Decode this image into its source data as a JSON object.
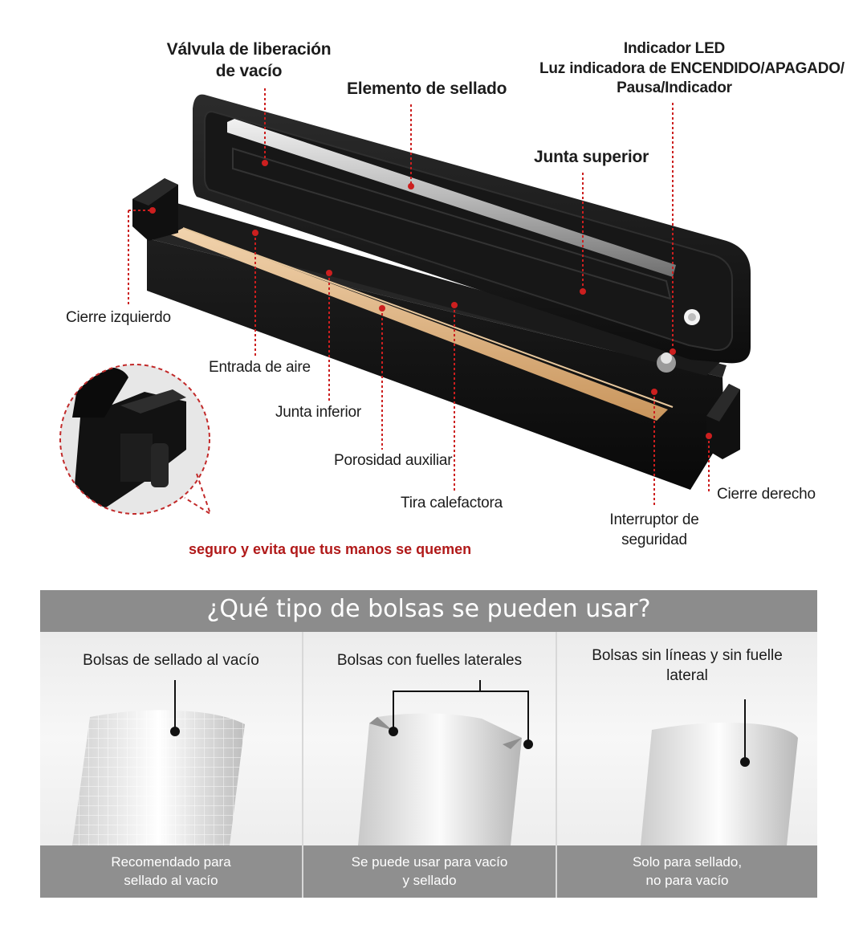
{
  "labels": {
    "valvula_line1": "Válvula de liberación",
    "valvula_line2": "de vacío",
    "elemento_sellado": "Elemento de sellado",
    "indicador_line1": "Indicador LED",
    "indicador_line2": "Luz indicadora de ENCENDIDO/APAGADO/",
    "indicador_line3": "Pausa/Indicador",
    "junta_superior": "Junta superior",
    "cierre_izquierdo": "Cierre izquierdo",
    "entrada_aire": "Entrada de aire",
    "junta_inferior": "Junta inferior",
    "porosidad_auxiliar": "Porosidad auxiliar",
    "tira_calefactora": "Tira calefactora",
    "interruptor_line1": "Interruptor de",
    "interruptor_line2": "seguridad",
    "cierre_derecho": "Cierre derecho",
    "safety_note": "seguro y evita que tus manos se quemen"
  },
  "bags_section": {
    "title": "¿Qué tipo de bolsas se pueden usar?",
    "panels": [
      {
        "title_line1": "Bolsas de sellado al vacío",
        "title_line2": "",
        "caption_line1": "Recomendado para",
        "caption_line2": "sellado al vacío"
      },
      {
        "title_line1": "Bolsas con fuelles laterales",
        "title_line2": "",
        "caption_line1": "Se puede usar para vacío",
        "caption_line2": "y sellado"
      },
      {
        "title_line1": "Bolsas sin líneas y sin fuelle",
        "title_line2": "lateral",
        "caption_line1": "Solo para sellado,",
        "caption_line2": "no para vacío"
      }
    ]
  },
  "colors": {
    "leader_line": "#cc1f1f",
    "device_body": "#161616",
    "header_bar": "#8c8c8c",
    "safety_note": "#b11a1a"
  },
  "icons": [
    "vacuum-sealer-illustration",
    "clip-closeup-illustration",
    "bag-illustration"
  ]
}
